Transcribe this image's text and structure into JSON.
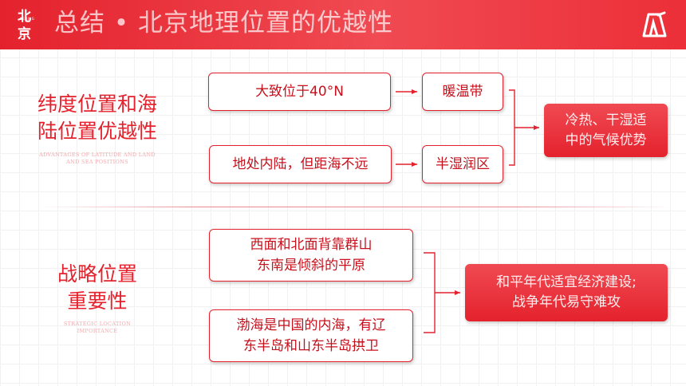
{
  "header": {
    "logo_chars": [
      "北",
      "BEIJING",
      "京"
    ],
    "title": "总结 • 北京地理位置的优越性",
    "corner_logo_icon": "stylized-a-logo-icon"
  },
  "section1": {
    "title": "纬度位置和海\n陆位置优越性",
    "subtitle": "ADVANTAGES OF LATITUDE AND LAND\nAND SEA POSITIONS",
    "box_latitude": "大致位于40°N",
    "box_warm": "暖温带",
    "box_inland": "地处内陆，但距海不远",
    "box_semihumid": "半湿润区",
    "result": "冷热、干湿适\n中的气候优势"
  },
  "section2": {
    "title": "战略位置\n重要性",
    "subtitle": "STRATEGIC LOCATION\nIMPORTANCE",
    "box_mountains": "西面和北面背靠群山\n东南是倾斜的平原",
    "box_bohai": "渤海是中国的内海，有辽\n东半岛和山东半岛拱卫",
    "result": "和平年代适宜经济建设;\n战争年代易守难攻"
  },
  "colors": {
    "accent": "#e4222d",
    "accent_light": "#f04a52",
    "text_red": "#c8101c"
  }
}
